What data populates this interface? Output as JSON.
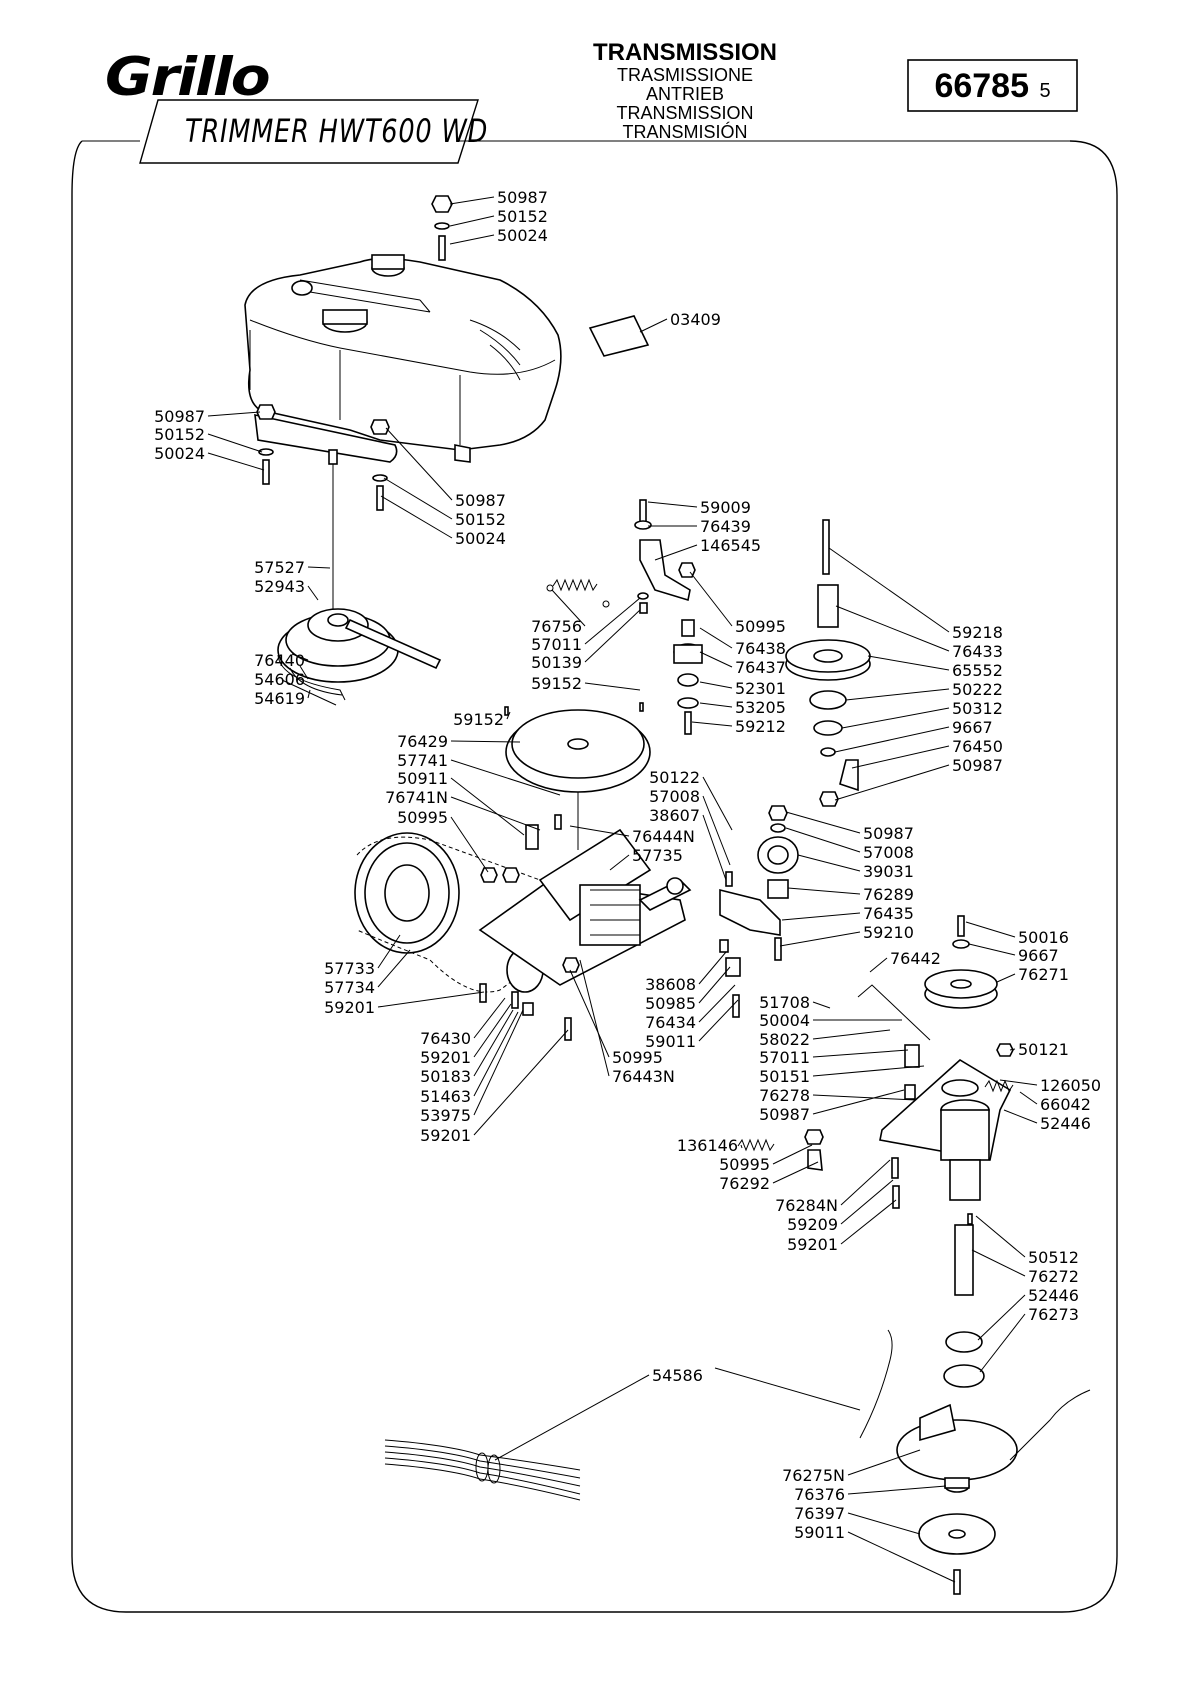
{
  "brand": "Grillo",
  "model": "TRIMMER HWT600 WD",
  "title": {
    "main": "TRANSMISSION",
    "translations": [
      "TRASMISSIONE",
      "ANTRIEB",
      "TRANSMISSION",
      "TRANSMISIÓN"
    ]
  },
  "page_code": "66785",
  "page_revision": "5",
  "parts": [
    "50987",
    "50152",
    "50024",
    "03409",
    "50987",
    "50152",
    "50024",
    "50987",
    "50152",
    "50024",
    "59009",
    "76439",
    "146545",
    "59218",
    "76433",
    "65552",
    "50222",
    "50312",
    "9667",
    "76450",
    "50987",
    "57527",
    "52943",
    "76756",
    "57011",
    "50139",
    "59152",
    "76440",
    "54606",
    "54619",
    "50995",
    "76438",
    "76437",
    "52301",
    "53205",
    "59212",
    "59152",
    "76429",
    "57741",
    "50911",
    "76741N",
    "50995",
    "50122",
    "57008",
    "38607",
    "76444N",
    "57735",
    "50987",
    "57008",
    "39031",
    "76289",
    "76435",
    "59210",
    "57733",
    "57734",
    "59201",
    "38608",
    "50985",
    "76434",
    "59011",
    "76430",
    "59201",
    "50183",
    "51463",
    "53975",
    "59201",
    "50995",
    "76443N",
    "50016",
    "9667",
    "76442",
    "76271",
    "51708",
    "50004",
    "58022",
    "57011",
    "50151",
    "76278",
    "50987",
    "50121",
    "126050",
    "66042",
    "52446",
    "136146",
    "50995",
    "76292",
    "76284N",
    "59209",
    "59201",
    "50512",
    "76272",
    "52446",
    "76273",
    "54586",
    "76275N",
    "76376",
    "76397",
    "59011"
  ]
}
